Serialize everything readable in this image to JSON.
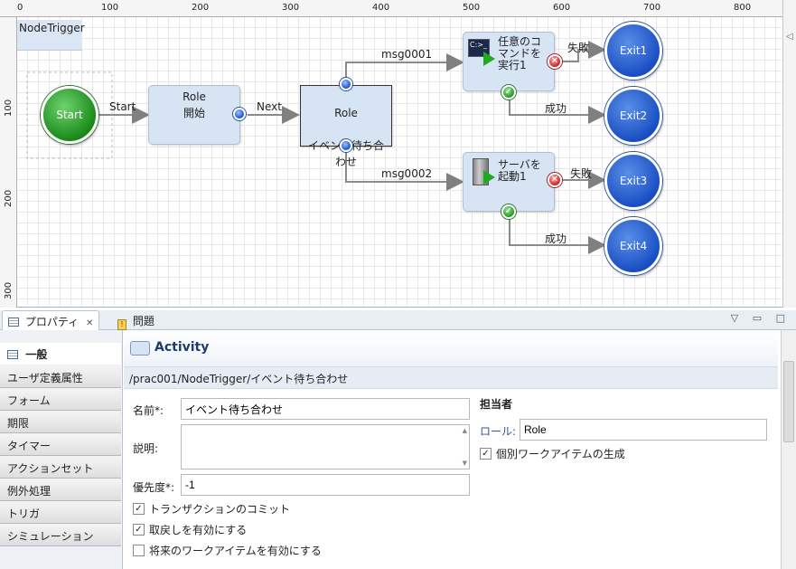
{
  "diagram": {
    "pool_label": "NodeTrigger",
    "ruler_top_labels": [
      "0",
      "100",
      "200",
      "300",
      "400",
      "500",
      "600",
      "700",
      "800"
    ],
    "ruler_left_labels": [
      "100",
      "200",
      "300"
    ],
    "start": "Start",
    "role1": {
      "title": "Role",
      "sub": "開始"
    },
    "role2": {
      "title": "Role",
      "sub": "イベント待ち合\nわせ"
    },
    "task1": "任意のコ\nマンドを\n実行1",
    "task2": "サーバを\n起動1",
    "exits": [
      "Exit1",
      "Exit2",
      "Exit3",
      "Exit4"
    ],
    "edges": {
      "start": "Start",
      "next": "Next",
      "msg1": "msg0001",
      "msg2": "msg0002",
      "fail1": "失敗",
      "ok1": "成功",
      "fail2": "失敗",
      "ok2": "成功"
    },
    "cmd_glyph": "C:>_"
  },
  "tabs": {
    "properties": "プロパティ",
    "problems": "問題",
    "view_menu_glyph": "▽",
    "minimize_glyph": "▭",
    "maximize_glyph": "□"
  },
  "categories": [
    "一般",
    "ユーザ定義属性",
    "フォーム",
    "期限",
    "タイマー",
    "アクションセット",
    "例外処理",
    "トリガ",
    "シミュレーション"
  ],
  "props": {
    "header_title": "Activity",
    "path": "/prac001/NodeTrigger/イベント待ち合わせ",
    "name_label": "名前*:",
    "name_value": "イベント待ち合わせ",
    "desc_label": "説明:",
    "desc_value": "",
    "priority_label": "優先度*:",
    "priority_value": "-1",
    "checks": [
      {
        "label": "トランザクションのコミット",
        "checked": true
      },
      {
        "label": "取戻しを有効にする",
        "checked": true
      },
      {
        "label": "将来のワークアイテムを有効にする",
        "checked": false
      }
    ],
    "assignee_title": "担当者",
    "role_label": "ロール:",
    "role_value": "Role",
    "individual_label": "個別ワークアイテムの生成",
    "individual_checked": true
  }
}
